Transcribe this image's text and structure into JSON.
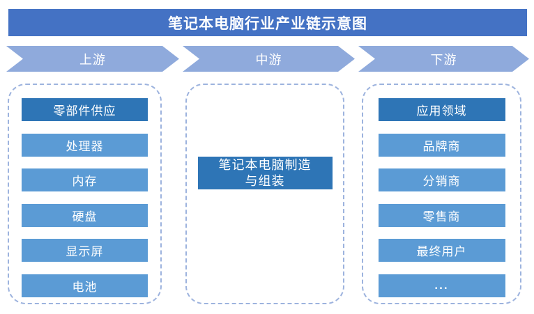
{
  "title": "笔记本电脑行业产业链示意图",
  "colors": {
    "title_bg": "#4472C4",
    "chevron_bg": "#8FAADC",
    "box_dark": "#2E75B6",
    "box_light": "#5B9BD5",
    "dash_border": "#9DB3DE",
    "text_light": "#FFFFFF",
    "page_bg": "#FFFFFF"
  },
  "stages": [
    {
      "label": "上游",
      "items": [
        {
          "label": "零部件供应",
          "emphasis": true
        },
        {
          "label": "处理器",
          "emphasis": false
        },
        {
          "label": "内存",
          "emphasis": false
        },
        {
          "label": "硬盘",
          "emphasis": false
        },
        {
          "label": "显示屏",
          "emphasis": false
        },
        {
          "label": "电池",
          "emphasis": false
        }
      ]
    },
    {
      "label": "中游",
      "items": [
        {
          "label": "笔记本电脑制造与组装",
          "emphasis": true
        }
      ]
    },
    {
      "label": "下游",
      "items": [
        {
          "label": "应用领域",
          "emphasis": true
        },
        {
          "label": "品牌商",
          "emphasis": false
        },
        {
          "label": "分销商",
          "emphasis": false
        },
        {
          "label": "零售商",
          "emphasis": false
        },
        {
          "label": "最终用户",
          "emphasis": false
        },
        {
          "label": "...",
          "emphasis": false
        }
      ]
    }
  ]
}
